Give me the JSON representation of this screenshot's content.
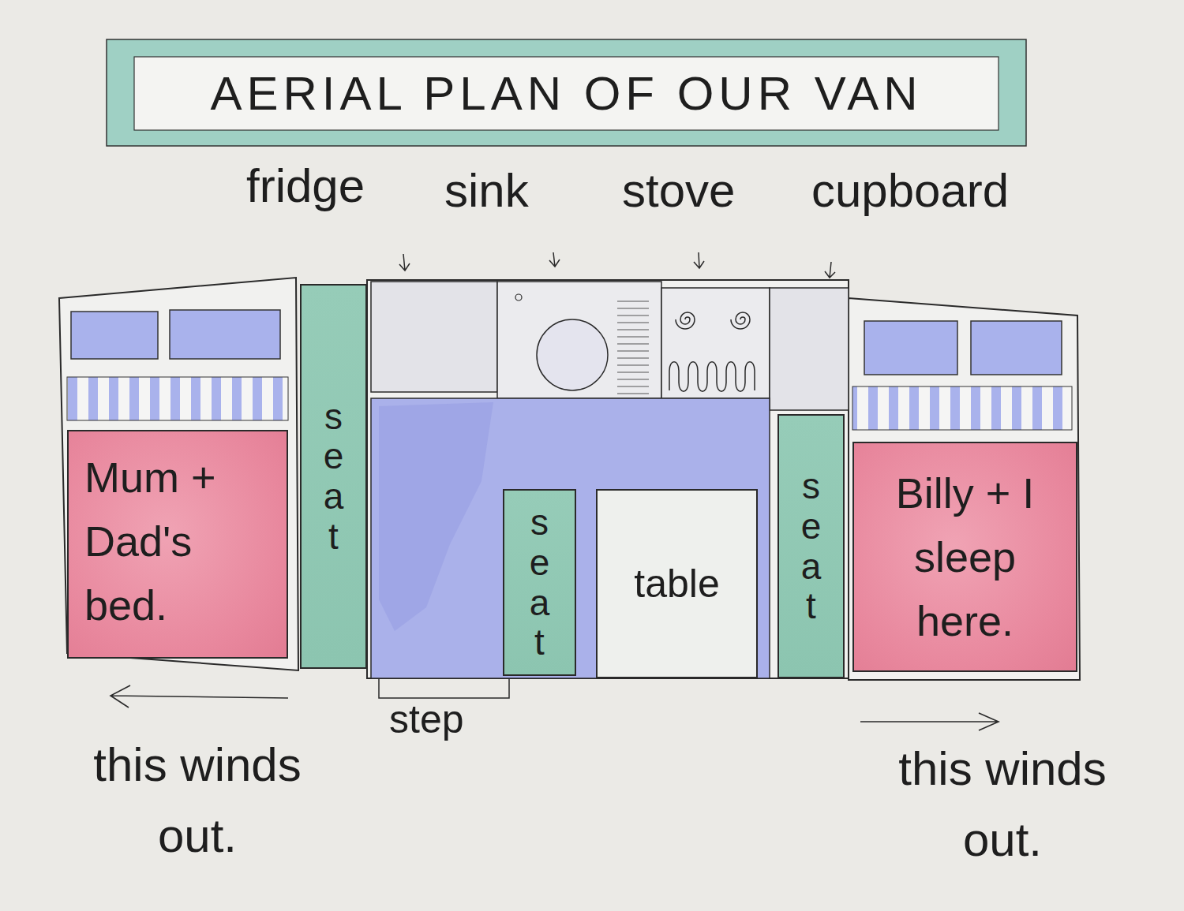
{
  "diagram": {
    "title": "AERIAL PLAN OF OUR VAN",
    "nodes": [
      {
        "text": [
          "Mum + Dad's bed."
        ]
      },
      {
        "text": [
          "seat"
        ]
      },
      {
        "text": [
          "seat"
        ]
      },
      {
        "text": [
          "table"
        ]
      },
      {
        "text": [
          "seat"
        ]
      },
      {
        "text": [
          "Billy + I sleep here."
        ]
      }
    ],
    "labels": [
      "fridge",
      "sink",
      "stove",
      "cupboard",
      "step",
      "this winds out.",
      "this winds out."
    ]
  }
}
